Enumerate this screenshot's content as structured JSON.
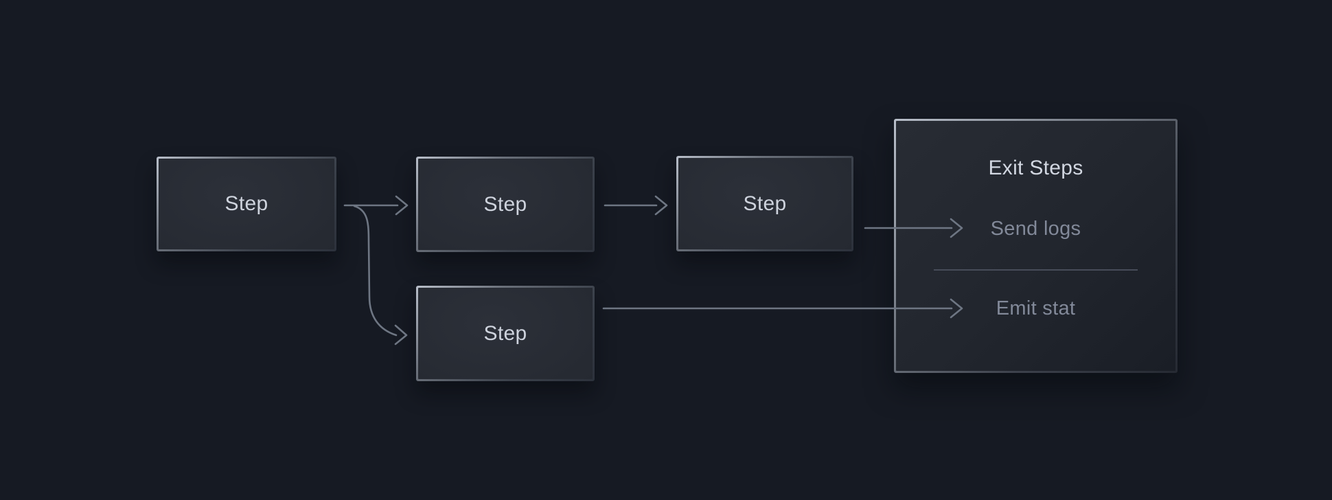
{
  "theme": {
    "bg": "#161a23",
    "node-fill-center": "#2c3039",
    "node-fill-edge": "#21252d",
    "border-light": "#b9bfca",
    "border-mid": "#6a707a",
    "border-dark": "#2c313b",
    "arrow": "#6e7683",
    "step-text": "#ced3dd",
    "title-text": "#d2d7e1",
    "item-text": "#828999",
    "divider": "#474c59"
  },
  "diagram": {
    "steps": [
      {
        "label": "Step"
      },
      {
        "label": "Step"
      },
      {
        "label": "Step"
      },
      {
        "label": "Step"
      }
    ],
    "exit_panel": {
      "title": "Exit Steps",
      "items": [
        {
          "label": "Send logs"
        },
        {
          "label": "Emit stat"
        }
      ]
    }
  }
}
